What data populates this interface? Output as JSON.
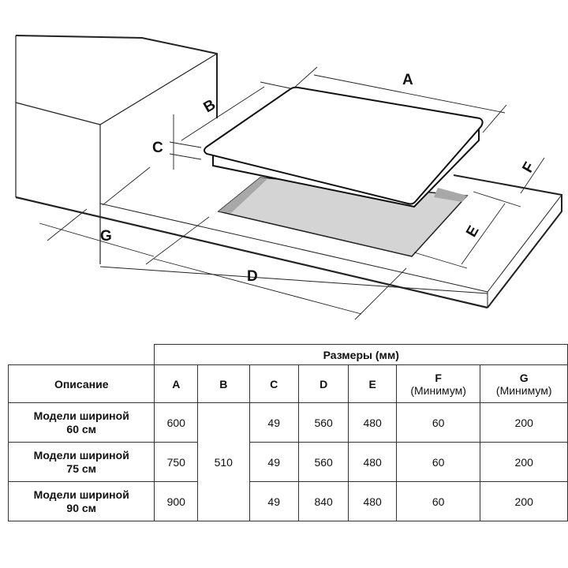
{
  "diagram": {
    "labels": {
      "a": "A",
      "b": "B",
      "c": "C",
      "d": "D",
      "e": "E",
      "f": "F",
      "g": "G"
    }
  },
  "table": {
    "group_header": "Размеры (мм)",
    "headers": {
      "desc": "Описание",
      "a": "A",
      "b": "B",
      "c": "C",
      "d": "D",
      "e": "E",
      "f": "F",
      "f_sub": "(Минимум)",
      "g": "G",
      "g_sub": "(Минимум)"
    },
    "b_shared": "510",
    "rows": [
      {
        "line1": "Модели шириной",
        "line2": "60 см",
        "a": "600",
        "c": "49",
        "d": "560",
        "e": "480",
        "f": "60",
        "g": "200"
      },
      {
        "line1": "Модели шириной",
        "line2": "75 см",
        "a": "750",
        "c": "49",
        "d": "560",
        "e": "480",
        "f": "60",
        "g": "200"
      },
      {
        "line1": "Модели шириной",
        "line2": "90 см",
        "a": "900",
        "c": "49",
        "d": "840",
        "e": "480",
        "f": "60",
        "g": "200"
      }
    ]
  }
}
